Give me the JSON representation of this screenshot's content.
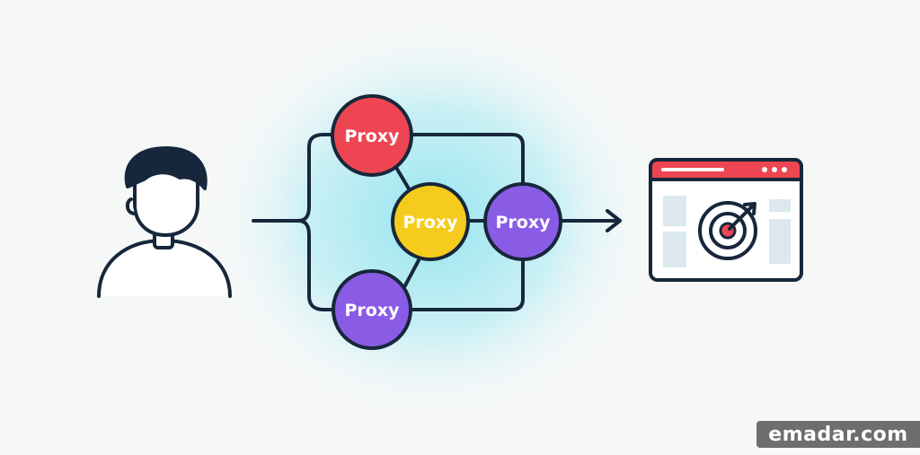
{
  "diagram": {
    "nodes": [
      {
        "id": "proxy-top",
        "label": "Proxy",
        "color": "#ee4553"
      },
      {
        "id": "proxy-middle",
        "label": "Proxy",
        "color": "#f5cc1d"
      },
      {
        "id": "proxy-right",
        "label": "Proxy",
        "color": "#8a5ce6"
      },
      {
        "id": "proxy-bottom",
        "label": "Proxy",
        "color": "#8a5ce6"
      }
    ],
    "colors": {
      "stroke": "#17273b",
      "glow": "#8fe3ef",
      "browser_bar": "#ee4553",
      "target_center": "#ee4553"
    },
    "icons": {
      "user": "user-silhouette-icon",
      "target": "target-website-icon"
    }
  },
  "watermark": {
    "text": "emadar.com"
  }
}
